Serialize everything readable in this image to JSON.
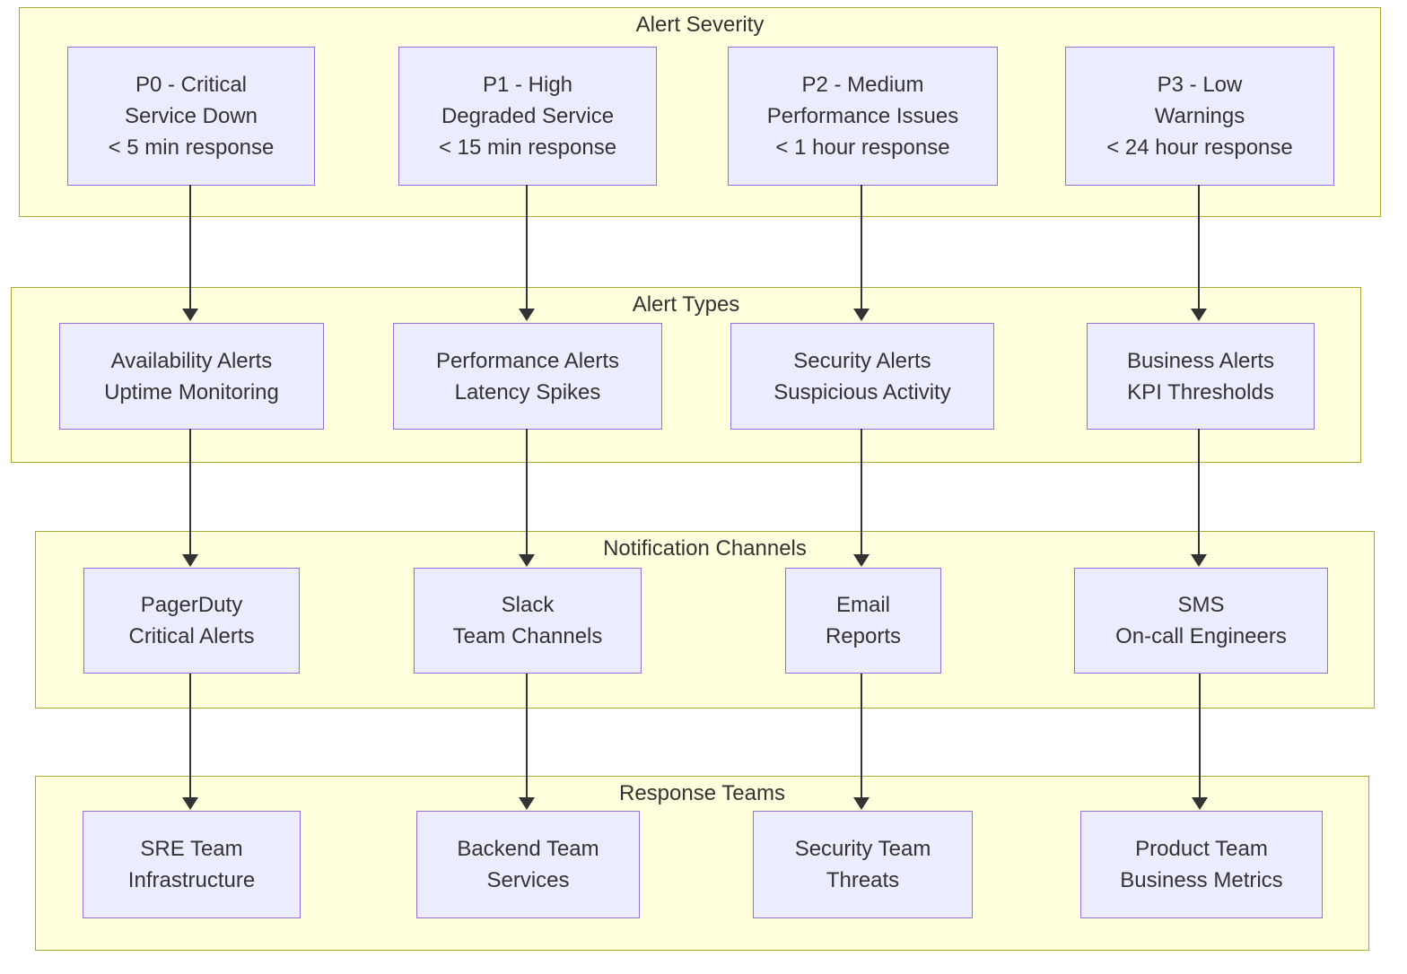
{
  "diagram": {
    "type": "flowchart",
    "colors": {
      "background": "#ffffff",
      "band_fill": "#ffffde",
      "band_border": "#aaaa33",
      "node_fill": "#ececff",
      "node_border": "#9370db",
      "edge": "#333333",
      "text": "#333333"
    },
    "bands": [
      {
        "title": "Alert Severity",
        "nodes": [
          {
            "lines": [
              "P0 - Critical",
              "Service Down",
              "< 5 min response"
            ]
          },
          {
            "lines": [
              "P1 - High",
              "Degraded Service",
              "< 15 min response"
            ]
          },
          {
            "lines": [
              "P2 - Medium",
              "Performance Issues",
              "< 1 hour response"
            ]
          },
          {
            "lines": [
              "P3 - Low",
              "Warnings",
              "< 24 hour response"
            ]
          }
        ]
      },
      {
        "title": "Alert Types",
        "nodes": [
          {
            "lines": [
              "Availability Alerts",
              "Uptime Monitoring"
            ]
          },
          {
            "lines": [
              "Performance Alerts",
              "Latency Spikes"
            ]
          },
          {
            "lines": [
              "Security Alerts",
              "Suspicious Activity"
            ]
          },
          {
            "lines": [
              "Business Alerts",
              "KPI Thresholds"
            ]
          }
        ]
      },
      {
        "title": "Notification Channels",
        "nodes": [
          {
            "lines": [
              "PagerDuty",
              "Critical Alerts"
            ]
          },
          {
            "lines": [
              "Slack",
              "Team Channels"
            ]
          },
          {
            "lines": [
              "Email",
              "Reports"
            ]
          },
          {
            "lines": [
              "SMS",
              "On-call Engineers"
            ]
          }
        ]
      },
      {
        "title": "Response Teams",
        "nodes": [
          {
            "lines": [
              "SRE Team",
              "Infrastructure"
            ]
          },
          {
            "lines": [
              "Backend Team",
              "Services"
            ]
          },
          {
            "lines": [
              "Security Team",
              "Threats"
            ]
          },
          {
            "lines": [
              "Product Team",
              "Business Metrics"
            ]
          }
        ]
      }
    ]
  }
}
